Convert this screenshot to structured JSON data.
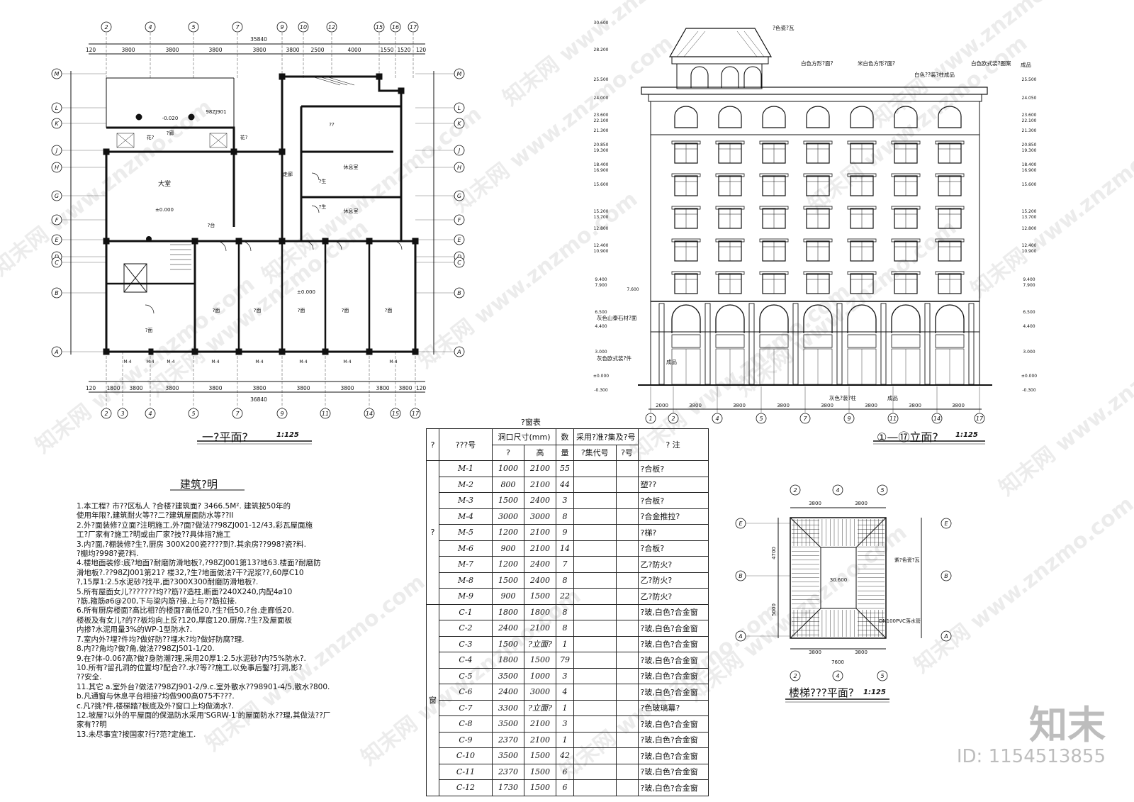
{
  "plan_title": "一?平面?",
  "plan_scale": "1:125",
  "elev_title": "①—⑰立面?",
  "elev_scale": "1:125",
  "stair_title": "楼梯???平面?",
  "stair_scale": "1:125",
  "notes_title": "建筑?明",
  "notes": [
    "1.本工程?    市??区私人  ?合楼?建筑面? 3466.5M². 建筑按50年的",
    "   使用年限?,建筑耐火等??二?建筑屋面防水等??II",
    "2.外?面装修?立面?注明施工,外?面?做法??98ZJ001-12/43,彩瓦屋面施",
    "   工?厂家有?施工?明或由厂家?技??具体指?施工",
    "3.内?面,?棚装修?生?,厨房 300X200瓷????到?.其余房??998?瓷?料.",
    "   ?棚均?998?瓷?料.",
    "4.楼地面装修:底?地面?耐磨防滑地板?,?98ZJ001第13?地63.楼面?耐磨防",
    "   滑地板?.??98ZJ001第21? 楼32,?生?地面做法?干?泥浆??,60厚C10",
    "   ?,15厚1:2.5水泥砂?找平,面?300X300耐磨防滑地板?.",
    "5.所有屋面女儿???????均??筋??造柱,断面?240X240,内配4ø10",
    "   ?筋,箍筋ø6@200,下与梁内筋?接,上与??筋拉接.",
    "6.所有厨房楼面?高比相?的楼面?高低20,?生?低50,?台.走廊低20.",
    "   楼板及有女儿?的??板均向上反?120,厚度120.厨房.?生?及屋面板",
    "   内掺?水泥用量3%的WP-1型防水?.",
    "7.室内外?埋?件均?做好防??埋木?均?做好防腐?理.",
    "8.内??角均?做?角,做法??98ZJ501-1/20.",
    "9.在?体-0.06?高?做?身防潮?理,采用20厚1:2.5水泥砂?内?5%防水?.",
    "10.所有?留孔洞的位置均?配合??.水?等??施工,以免事后鑿?打洞,影?",
    "   ??安全.",
    "11.其它 a.室外台?做法??98ZJ901-2/9.c.室外散水??98901-4/5,散水?800.",
    "        b.凡通窗与休息平台相接?均做900高075不???.",
    "        c.凡?挑?件,楼梯踏?板底及外?窗口上均做滴水?.",
    "12.坡屋?以外的平屋面的保温防水采用'SGRW-1'的屋面防水??理,其做法??厂",
    "   家有??明",
    "13.未尽事宜?按国家?行?范?定施工."
  ],
  "table": {
    "title": "?窗表",
    "header": {
      "col_type": "?",
      "col_no": "???号",
      "col_size": "洞口尺寸(mm)",
      "col_w": "?",
      "col_h": "高",
      "col_qty_top": "数",
      "col_qty_bottom": "量",
      "col_ref": "采用?准?集及?号",
      "col_set": "?集代号",
      "col_num": "?号",
      "col_note": "?  注",
      "col_type2": "?"
    },
    "group_door": "?",
    "group_window": "窗",
    "doors": [
      {
        "code": "M-1",
        "w": "1000",
        "h": "2100",
        "q": "55",
        "note": "?合板?"
      },
      {
        "code": "M-2",
        "w": "800",
        "h": "2100",
        "q": "44",
        "note": "塑??"
      },
      {
        "code": "M-3",
        "w": "1500",
        "h": "2400",
        "q": "3",
        "note": "?合板?"
      },
      {
        "code": "M-4",
        "w": "3000",
        "h": "3000",
        "q": "8",
        "note": "?合金推拉?"
      },
      {
        "code": "M-5",
        "w": "1200",
        "h": "2100",
        "q": "9",
        "note": "?梯?"
      },
      {
        "code": "M-6",
        "w": "900",
        "h": "2100",
        "q": "14",
        "note": "?合板?"
      },
      {
        "code": "M-7",
        "w": "1200",
        "h": "2400",
        "q": "7",
        "note": "乙?防火?"
      },
      {
        "code": "M-8",
        "w": "1500",
        "h": "2400",
        "q": "8",
        "note": "乙?防火?"
      },
      {
        "code": "M-9",
        "w": "900",
        "h": "1500",
        "q": "22",
        "note": "乙?防火?"
      }
    ],
    "windows": [
      {
        "code": "C-1",
        "w": "1800",
        "h": "1800",
        "q": "8",
        "note": "?玻,白色?合金窗"
      },
      {
        "code": "C-2",
        "w": "2400",
        "h": "2100",
        "q": "8",
        "note": "?玻,白色?合金窗"
      },
      {
        "code": "C-3",
        "w": "1500",
        "h": "?立面?",
        "q": "1",
        "note": "?玻,白色?合金窗"
      },
      {
        "code": "C-4",
        "w": "1800",
        "h": "1500",
        "q": "79",
        "note": "?玻,白色?合金窗"
      },
      {
        "code": "C-5",
        "w": "3500",
        "h": "1000",
        "q": "3",
        "note": "?玻,白色?合金窗"
      },
      {
        "code": "C-6",
        "w": "2400",
        "h": "3000",
        "q": "4",
        "note": "?玻,白色?合金窗"
      },
      {
        "code": "C-7",
        "w": "3300",
        "h": "?立面?",
        "q": "1",
        "note": "?色玻璃幕?"
      },
      {
        "code": "C-8",
        "w": "3500",
        "h": "2100",
        "q": "3",
        "note": "?玻,白色?合金窗"
      },
      {
        "code": "C-9",
        "w": "2370",
        "h": "2100",
        "q": "1",
        "note": "?玻,白色?合金窗"
      },
      {
        "code": "C-10",
        "w": "3500",
        "h": "1500",
        "q": "42",
        "note": "?玻,白色?合金窗"
      },
      {
        "code": "C-11",
        "w": "2370",
        "h": "1500",
        "q": "6",
        "note": "?玻,白色?合金窗"
      },
      {
        "code": "C-12",
        "w": "1730",
        "h": "1500",
        "q": "6",
        "note": "?玻,白色?合金窗"
      }
    ]
  },
  "plan": {
    "axes_top": [
      "2",
      "4",
      "5",
      "7",
      "9",
      "10",
      "12",
      "15",
      "16",
      "17"
    ],
    "axes_bottom": [
      "2",
      "3",
      "4",
      "5",
      "7",
      "9",
      "11",
      "14",
      "15",
      "17"
    ],
    "axes_left": [
      "M",
      "L",
      "K",
      "J",
      "H",
      "G",
      "F",
      "E",
      "D",
      "C",
      "B",
      "A"
    ],
    "axes_right": [
      "M",
      "L",
      "K",
      "J",
      "H",
      "G",
      "F",
      "E",
      "D",
      "C",
      "B",
      "A"
    ],
    "total_top": "35840",
    "total_bottom": "36840",
    "dims_top": [
      "120",
      "3800",
      "3800",
      "3800",
      "3800",
      "3800",
      "2500",
      "4000",
      "1550",
      "1520",
      "120"
    ],
    "dims_bottom": [
      "120",
      "1800",
      "3800",
      "3800",
      "3800",
      "3800",
      "3800",
      "3800",
      "3800",
      "3800",
      "120"
    ],
    "rooms": [
      {
        "label": "大堂"
      },
      {
        "label": "±0.000"
      },
      {
        "label": "?廊"
      },
      {
        "label": "??"
      },
      {
        "label": "走廊"
      },
      {
        "label": "休息室"
      },
      {
        "label": "休息室"
      },
      {
        "label": "?生"
      },
      {
        "label": "?生"
      },
      {
        "label": "?台"
      },
      {
        "label": "?面"
      },
      {
        "label": "?面"
      },
      {
        "label": "?面"
      },
      {
        "label": "?面"
      },
      {
        "label": "?面"
      },
      {
        "label": "?面"
      },
      {
        "label": "±0.000"
      },
      {
        "label": "花?"
      },
      {
        "label": "花?"
      },
      {
        "label": "98ZJ901"
      },
      {
        "label": "-0.020"
      }
    ],
    "door_tags": [
      "M-4",
      "M-4",
      "M-4",
      "M-4",
      "M-4",
      "M-4",
      "M-4",
      "M-4"
    ]
  },
  "elevation": {
    "axes": [
      "1",
      "2",
      "4",
      "5",
      "7",
      "9",
      "11",
      "14",
      "17"
    ],
    "dims": [
      "2000",
      "3800",
      "3800",
      "3800",
      "3800",
      "3800",
      "3800",
      "3800"
    ],
    "levels_left": [
      "30.600",
      "28.200",
      "25.500",
      "24.000",
      "23.600",
      "22.100",
      "21.300",
      "20.850",
      "19.300",
      "18.400",
      "16.900",
      "15.600",
      "15.200",
      "13.700",
      "12.800",
      "12.400",
      "10.900",
      "9.400",
      "7.900",
      "6.500",
      "4.400",
      "3.000",
      "±0.000",
      "-0.300"
    ],
    "levels_right": [
      "25.500",
      "24.050",
      "23.600",
      "22.100",
      "21.300",
      "20.850",
      "19.300",
      "18.400",
      "16.900",
      "15.600",
      "15.200",
      "13.700",
      "12.800",
      "12.400",
      "10.900",
      "9.400",
      "7.900",
      "6.500",
      "4.400",
      "3.000",
      "±0.000",
      "-0.300"
    ],
    "callouts": [
      "?色瓷?瓦",
      "白色方形?面?",
      "米白色方形?面?",
      "白色??装?柱成品",
      "白色欧式装?图案",
      "成品",
      "灰色山泰石材?面",
      "灰色欧式装?件",
      "成品",
      "灰色?装?柱",
      "成品"
    ],
    "tag_7600": "7.600"
  },
  "stair": {
    "axes_top": [
      "2",
      "4",
      "5"
    ],
    "axes_side": [
      "E",
      "B",
      "A"
    ],
    "dims_top": [
      "3800",
      "3800"
    ],
    "dims_bottom": [
      "3800",
      "3800"
    ],
    "total_bottom": "7600",
    "dims_side": [
      "4700",
      "5000"
    ],
    "level": "30.600",
    "callouts": [
      "紫?色瓷?瓦",
      "DN100PVC落水管"
    ]
  },
  "brand": {
    "name": "知末",
    "id": "ID: 1154513855"
  },
  "watermark": "知末网 www.znzmo.com"
}
